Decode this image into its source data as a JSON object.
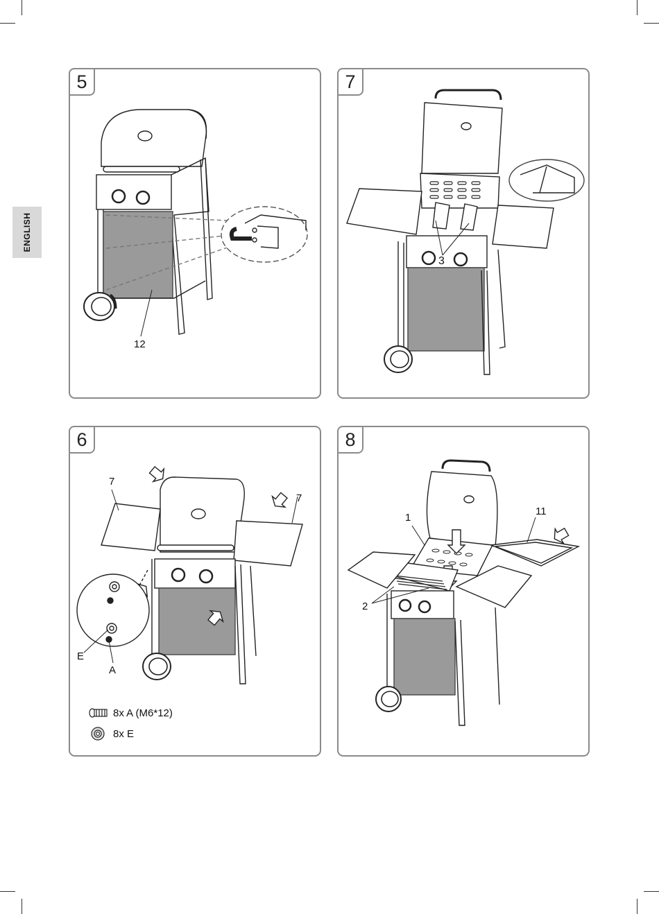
{
  "side_tab": {
    "label": "ENGLISH"
  },
  "steps": [
    {
      "number": "5",
      "labels": {
        "panel_label": "12"
      }
    },
    {
      "number": "7",
      "labels": {
        "burner_label": "3"
      }
    },
    {
      "number": "6",
      "labels": {
        "left_shelf": "7",
        "right_shelf": "7",
        "washer": "E",
        "screw": "A"
      },
      "parts": [
        {
          "icon": "screw-icon",
          "text": "8x A (M6*12)"
        },
        {
          "icon": "washer-icon",
          "text": "8x E"
        }
      ]
    },
    {
      "number": "8",
      "labels": {
        "grid_label": "1",
        "grate_label": "2",
        "tray_label": "11"
      }
    }
  ]
}
